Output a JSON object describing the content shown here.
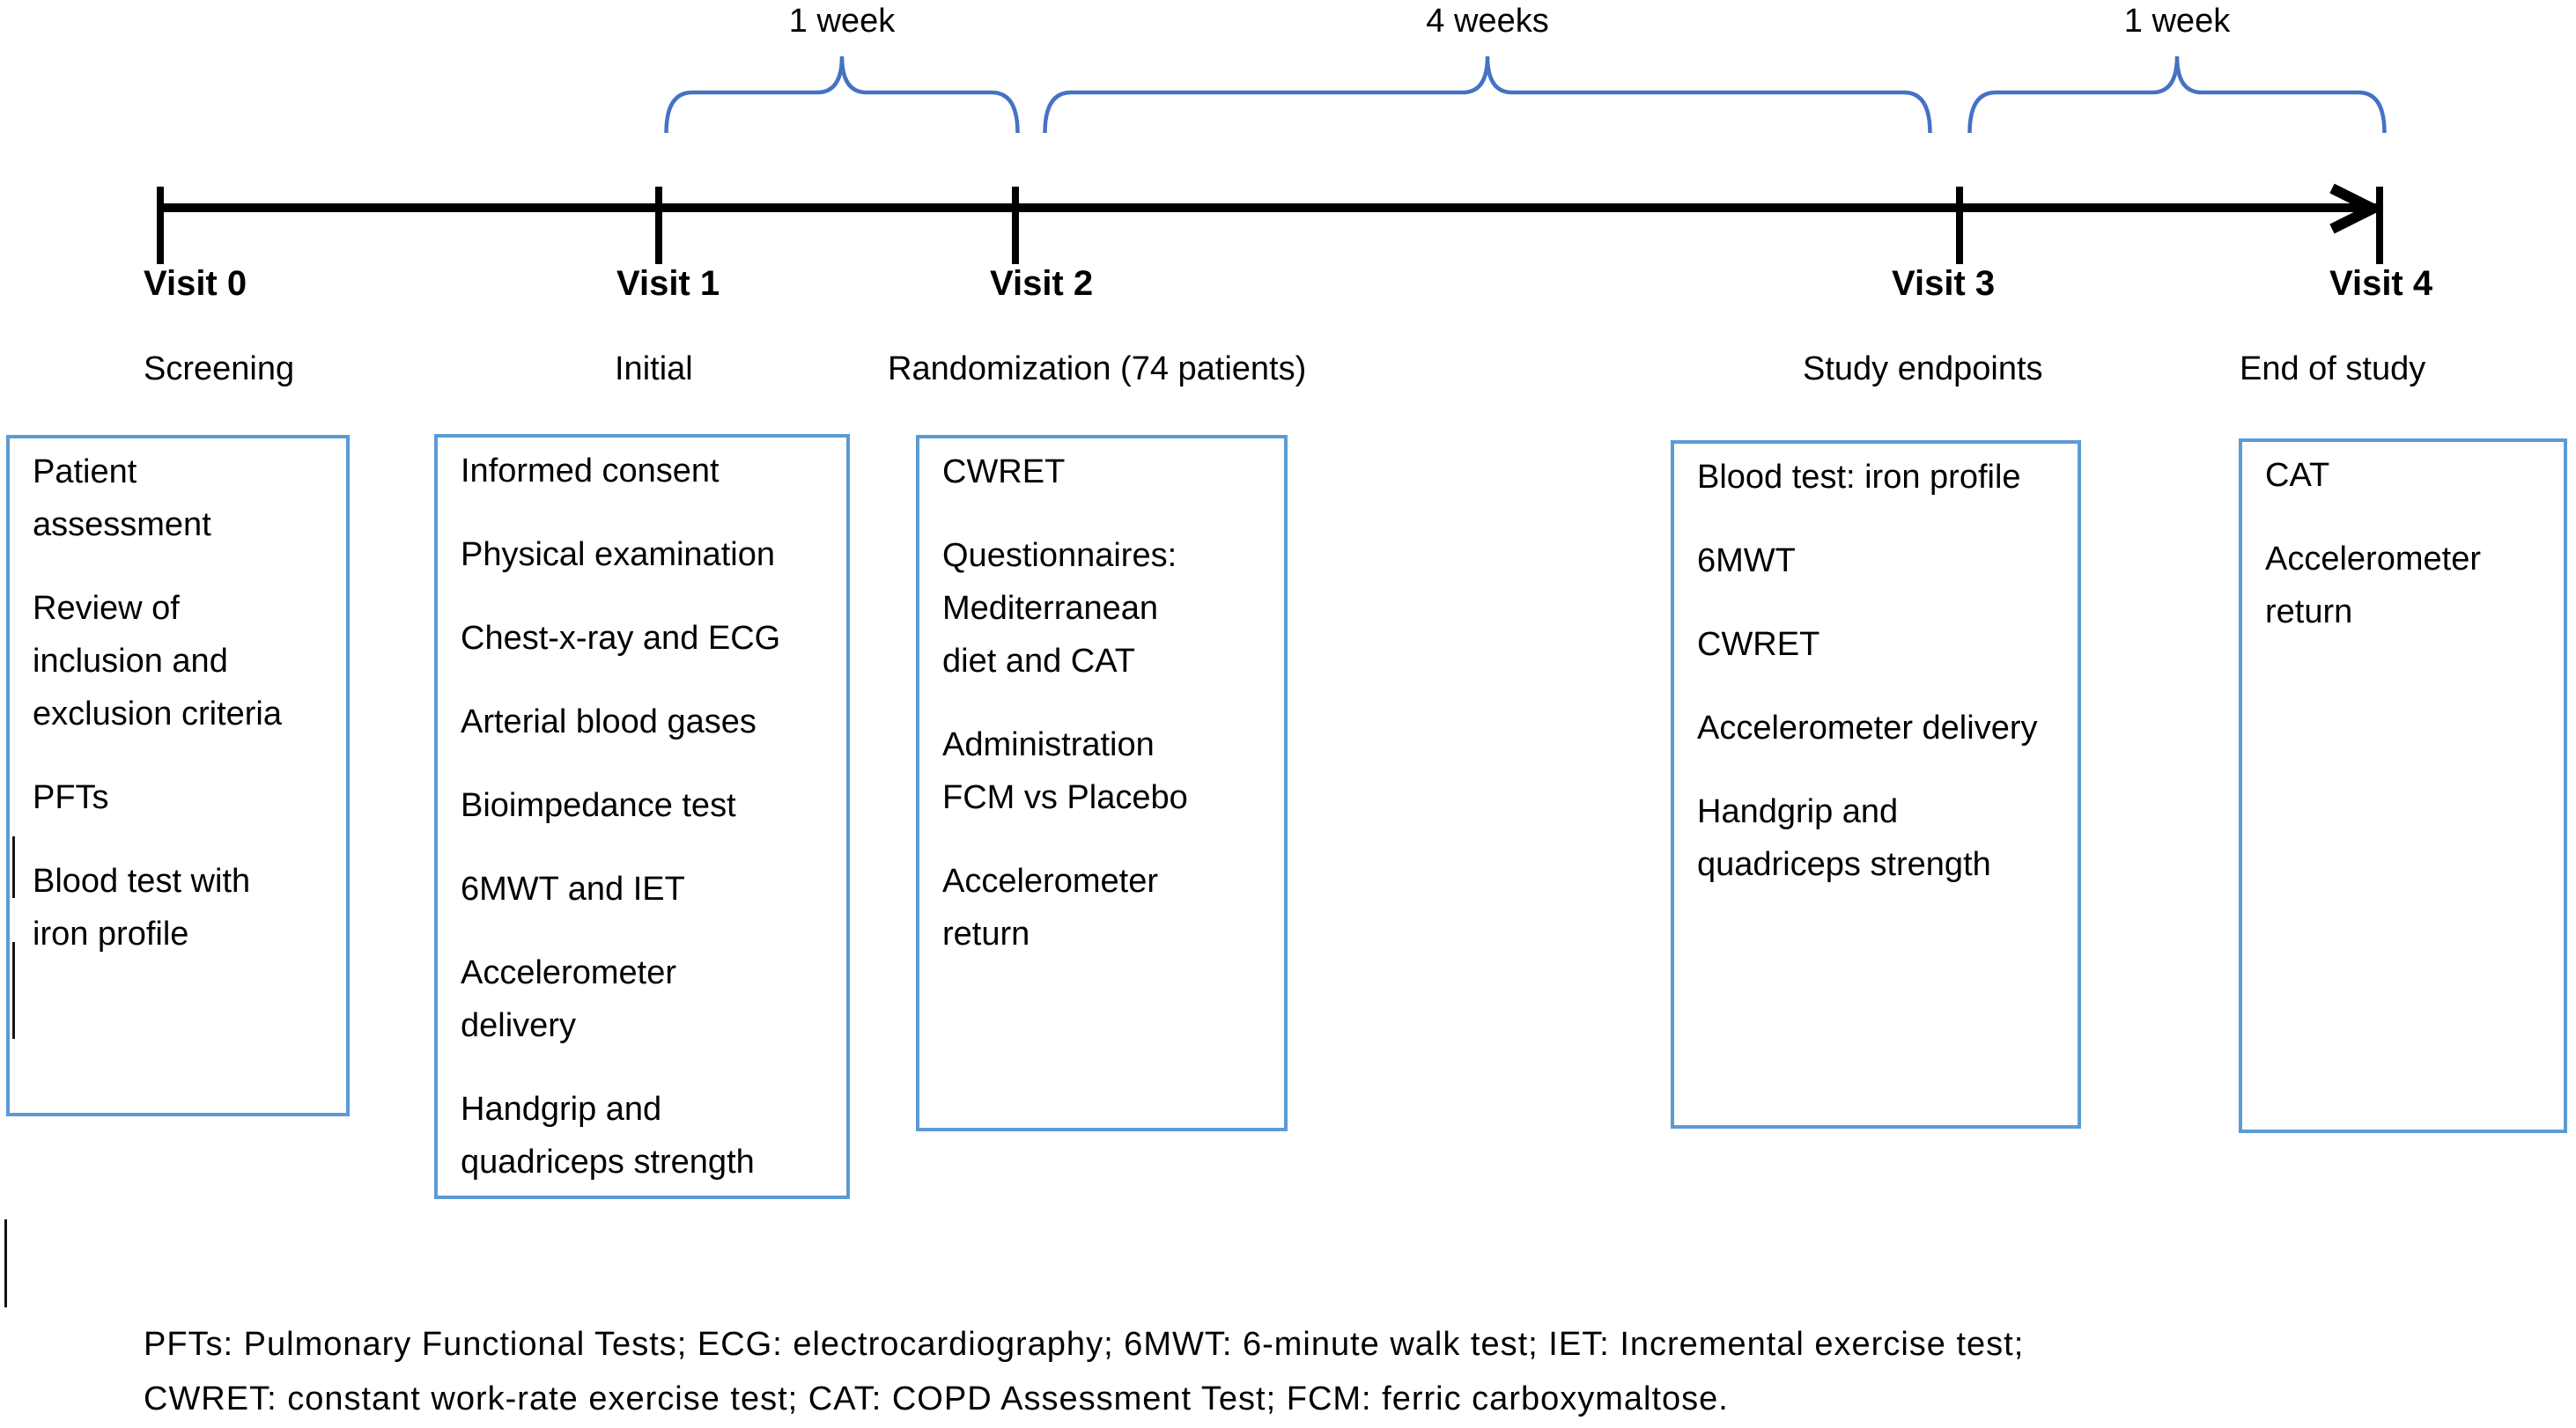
{
  "figure": {
    "type": "study-flow-timeline",
    "description_visible": "Clinical trial visit timeline with activity boxes"
  },
  "timeline": {
    "intervals": [
      {
        "label": "1 week"
      },
      {
        "label": "4 weeks"
      },
      {
        "label": "1 week"
      }
    ],
    "visits": [
      {
        "name": "Visit 0",
        "subtitle": "Screening"
      },
      {
        "name": "Visit 1",
        "subtitle": "Initial"
      },
      {
        "name": "Visit 2",
        "subtitle": "Randomization (74 patients)"
      },
      {
        "name": "Visit 3",
        "subtitle": "Study endpoints"
      },
      {
        "name": "Visit 4",
        "subtitle": "End of study"
      }
    ]
  },
  "boxes": [
    {
      "visit": "Visit 0",
      "items": [
        "Patient\nassessment",
        "Review of\ninclusion and\nexclusion criteria",
        "PFTs",
        "Blood test with\niron profile"
      ]
    },
    {
      "visit": "Visit 1",
      "items": [
        "Informed consent",
        "Physical examination",
        "Chest-x-ray and ECG",
        "Arterial blood gases",
        "Bioimpedance test",
        "6MWT and IET",
        "Accelerometer\ndelivery",
        "Handgrip and\nquadriceps strength"
      ]
    },
    {
      "visit": "Visit 2",
      "items": [
        "CWRET",
        "Questionnaires:\nMediterranean\ndiet and CAT",
        "Administration\nFCM vs Placebo",
        "Accelerometer\nreturn"
      ]
    },
    {
      "visit": "Visit 3",
      "items": [
        "Blood test: iron profile",
        "6MWT",
        "CWRET",
        "Accelerometer delivery",
        "Handgrip and\nquadriceps strength"
      ]
    },
    {
      "visit": "Visit 4",
      "items": [
        "CAT",
        "Accelerometer\nreturn"
      ]
    }
  ],
  "footnote": {
    "line1": "PFTs: Pulmonary Functional Tests; ECG: electrocardiography; 6MWT: 6-minute walk test; IET: Incremental exercise test;",
    "line2": "CWRET: constant work-rate exercise test; CAT: COPD Assessment Test; FCM: ferric carboxymaltose."
  },
  "colors": {
    "brace_blue": "#4472C4",
    "box_border_blue": "#5B9BD5",
    "timeline_black": "#000000"
  }
}
